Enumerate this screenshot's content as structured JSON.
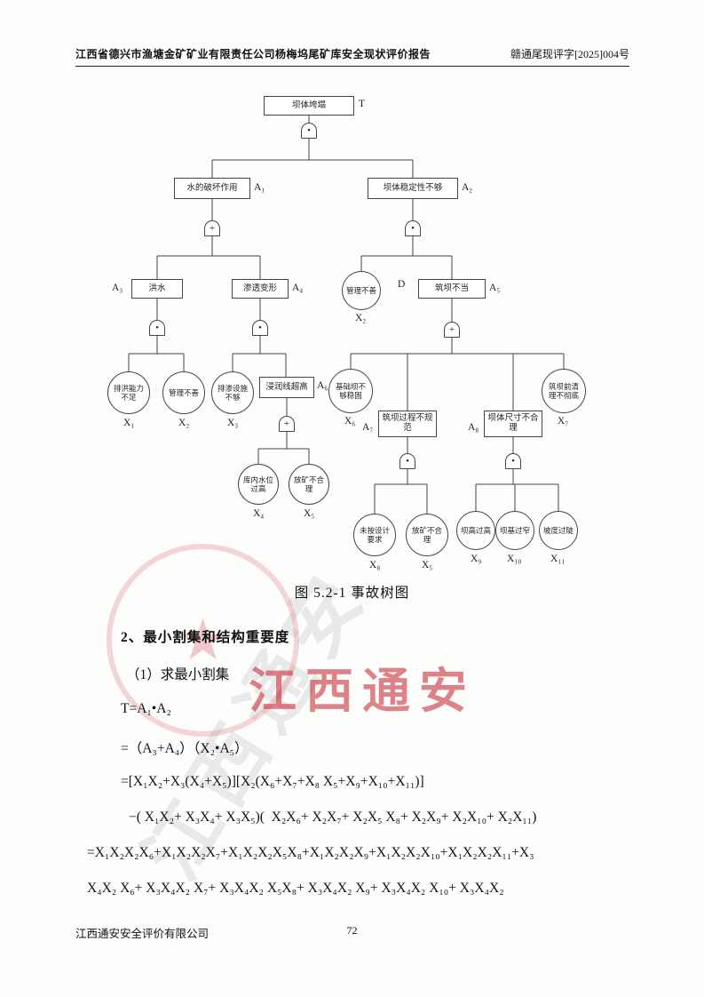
{
  "page": {
    "header_left": "江西省德兴市渔塘金矿矿业有限责任公司杨梅坞尾矿库安全现状评价报告",
    "header_right": "赣通尾现评字[2025]004号",
    "footer_left": "江西通安安全评价有限公司",
    "page_number": "72"
  },
  "watermark": {
    "text": "江西通安",
    "stamp_star": "★"
  },
  "diagram": {
    "caption": "图 5.2-1 事故树图",
    "nodes": {
      "t": {
        "label": "坝体垮塌",
        "tag": "T"
      },
      "a1": {
        "label": "水的破坏作用",
        "tag": "A₁"
      },
      "a2": {
        "label": "坝体稳定性不够",
        "tag": "A₂"
      },
      "a3": {
        "label": "洪水",
        "tag": "A₃"
      },
      "a4": {
        "label": "渗透变形",
        "tag": "A₄"
      },
      "a5": {
        "label": "筑坝不当",
        "tag": "A₅"
      },
      "a6": {
        "label": "浸润线超高",
        "tag": "A₆"
      },
      "a7": {
        "label": "筑坝过程不规范",
        "tag": "A₇"
      },
      "a8": {
        "label": "坝体尺寸不合理",
        "tag": "A₈"
      },
      "x2a": {
        "label": "管理不善",
        "tag": "X₂",
        "extra": "D"
      },
      "x1": {
        "label": "排洪能力不足",
        "tag": "X₁"
      },
      "x2b": {
        "label": "管理不善",
        "tag": "X₂"
      },
      "x3": {
        "label": "排渗设施不够",
        "tag": "X₃"
      },
      "x4": {
        "label": "库内水位过高",
        "tag": "X₄"
      },
      "x5a": {
        "label": "放矿不合理",
        "tag": "X₅"
      },
      "x6": {
        "label": "基础坝不够稳固",
        "tag": "X₆"
      },
      "x7": {
        "label": "筑坝前清理不彻底",
        "tag": "X₇"
      },
      "x8": {
        "label": "未按设计要求",
        "tag": "X₈"
      },
      "x5b": {
        "label": "放矿不合理",
        "tag": "X₅"
      },
      "x9": {
        "label": "坝高过高",
        "tag": "X₉"
      },
      "x10": {
        "label": "坝基过窄",
        "tag": "X₁₀"
      },
      "x11": {
        "label": "坡度过陡",
        "tag": "X₁₁"
      }
    },
    "gates": {
      "g1": "•",
      "g2": "+",
      "g3": "•",
      "g4": "•",
      "g5": "•",
      "g6": "+",
      "g7": "+",
      "g8": "•",
      "g9": "•"
    }
  },
  "content": {
    "heading": "2、最小割集和结构重要度",
    "sub_heading": "（1）求最小割集",
    "formulas": [
      "T=A₁•A₂",
      "=（A₃+A₄）（X₂•A₅）",
      "=[X₁X₂+X₃(X₄+X₅)][X₂(X₆+X₇+X₈ X₅+X₉+X₁₀+X₁₁)]",
      "−( X₁X₂+ X₃X₄+ X₃X₅)(  X₂X₆+ X₂X₇+ X₂X₅ X₈+ X₂X₉+ X₂X₁₀+ X₂X₁₁)",
      "=X₁X₂X₂X₆+X₁X₂X₂X₇+X₁X₂X₂X₅X₈+X₁X₂X₂X₉+X₁X₂X₂X₁₀+X₁X₂X₂X₁₁+X₃",
      "X₄X₂ X₆+ X₃X₄X₂ X₇+ X₃X₄X₂ X₅X₈+ X₃X₄X₂ X₉+ X₃X₄X₂ X₁₀+ X₃X₄X₂"
    ]
  }
}
